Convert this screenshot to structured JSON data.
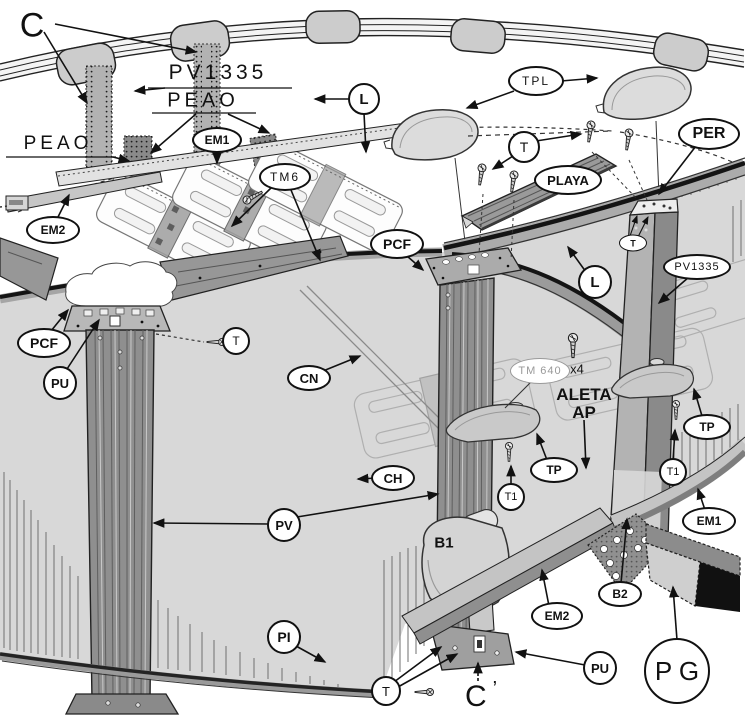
{
  "diagram": {
    "callouts": {
      "c_top": "C",
      "pv1335_top": "PV1335",
      "peao_top": "PEAO",
      "peao_left": "PEAO",
      "em1_top": "EM1",
      "em2_left": "EM2",
      "tm6": "TM6",
      "l_top": "L",
      "tpl": "TPL",
      "t_top": "T",
      "playa": "PLAYA",
      "per": "PER",
      "pcf_right": "PCF",
      "pcf_left": "PCF",
      "l_mid": "L",
      "t_post_top": "T",
      "pv1335_right": "PV1335",
      "pu_top": "PU",
      "t_wall": "T",
      "cn": "CN",
      "tm640": "TM 640",
      "tm640_qty": "x4",
      "aleta_line1": "ALETA",
      "aleta_line2": "AP",
      "tp_right": "TP",
      "tp_center": "TP",
      "t1_center": "T1",
      "t1_right": "T1",
      "ch": "CH",
      "pv": "PV",
      "b1": "B1",
      "pi": "PI",
      "em2_bottom": "EM2",
      "b2": "B2",
      "em1_bottom": "EM1",
      "pg": "P G",
      "pu_bottom": "PU",
      "t_bottom": "T",
      "c_prime": "C",
      "c_prime_mark": "’"
    },
    "colors": {
      "wall": "#d8d8d8",
      "rail_stripe": "#141414",
      "metal_mid": "#9b9b9b",
      "metal_light": "#d9d9d9",
      "outline": "#1a1a1a"
    }
  }
}
